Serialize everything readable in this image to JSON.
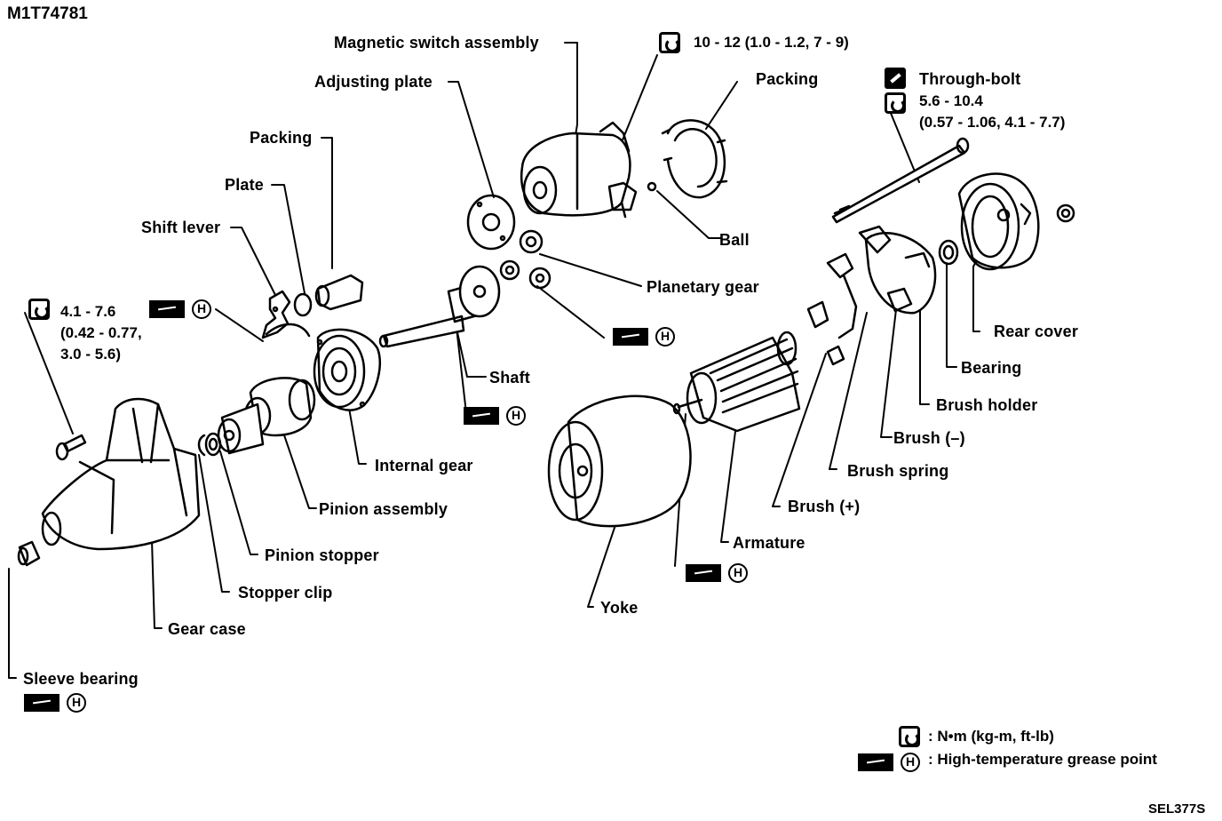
{
  "diagram_id": "M1T74781",
  "figure_code": "SEL377S",
  "labels": {
    "magnetic_switch": "Magnetic switch assembly",
    "adjusting_plate": "Adjusting plate",
    "packing_left": "Packing",
    "plate": "Plate",
    "shift_lever": "Shift lever",
    "packing_right": "Packing",
    "through_bolt": "Through-bolt",
    "ball": "Ball",
    "planetary_gear": "Planetary gear",
    "rear_cover": "Rear cover",
    "bearing": "Bearing",
    "brush_holder": "Brush holder",
    "brush_minus": "Brush (–)",
    "brush_spring": "Brush spring",
    "brush_plus": "Brush (+)",
    "shaft": "Shaft",
    "internal_gear": "Internal gear",
    "pinion_assembly": "Pinion assembly",
    "pinion_stopper": "Pinion stopper",
    "stopper_clip": "Stopper clip",
    "gear_case": "Gear case",
    "sleeve_bearing": "Sleeve bearing",
    "armature": "Armature",
    "yoke": "Yoke"
  },
  "torques": {
    "magnetic_switch": "10 - 12 (1.0 - 1.2, 7 - 9)",
    "through_bolt_1": "5.6 - 10.4",
    "through_bolt_2": "(0.57 - 1.06, 4.1 - 7.7)",
    "gear_case_1": "4.1 - 7.6",
    "gear_case_2": "(0.42 - 0.77,",
    "gear_case_3": "3.0 - 5.6)"
  },
  "grease_letter": "H",
  "legend": {
    "torque": ": N•m (kg-m, ft-lb)",
    "grease": ": High-temperature grease point"
  }
}
